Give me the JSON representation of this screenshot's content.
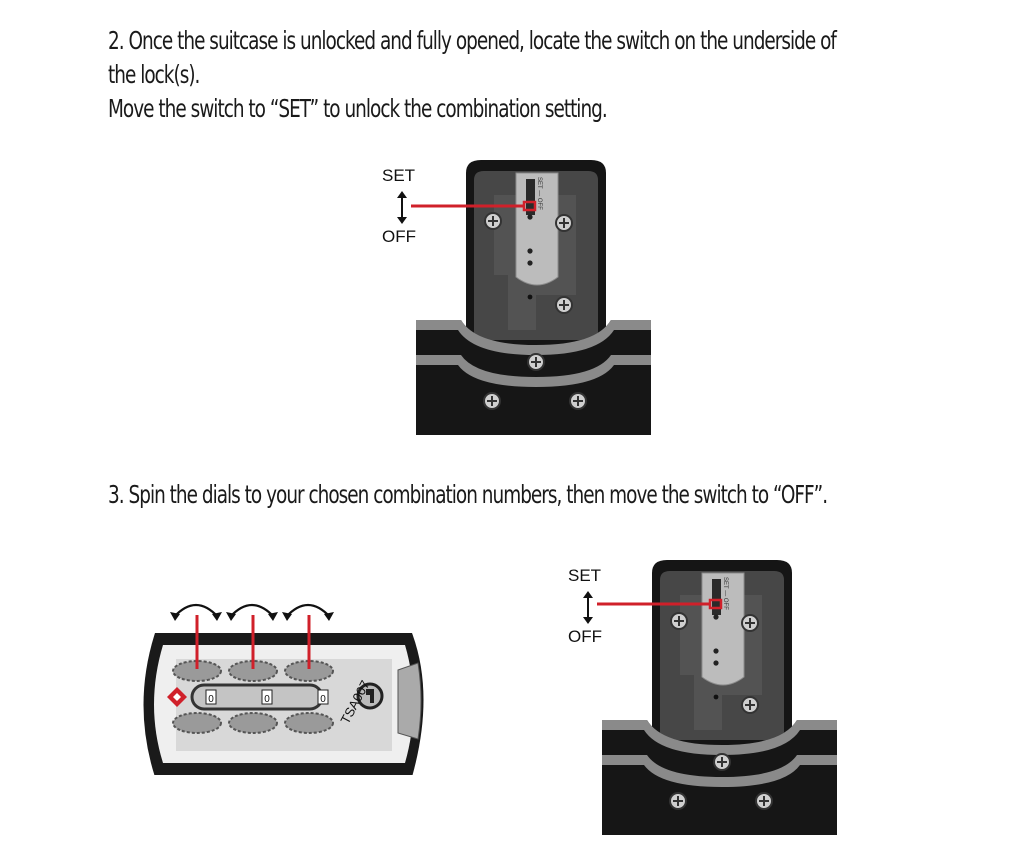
{
  "step2": {
    "line1": "2.  Once the suitcase is unlocked and fully opened, locate the switch on the underside of",
    "line2": "the lock(s).",
    "line3": "Move the switch to “SET” to unlock the combination setting."
  },
  "step3": {
    "line1": "3.  Spin the dials to your chosen combination numbers, then move the switch to “OFF”."
  },
  "figure1": {
    "label_set": "SET",
    "label_off": "OFF",
    "switch_text": "SET — OFF"
  },
  "figure2": {
    "model_text": "TSA007",
    "dial_digits": [
      "0",
      "0",
      "0"
    ],
    "tsa_color": "#d0202a"
  },
  "figure3": {
    "label_set": "SET",
    "label_off": "OFF",
    "switch_text": "SET — OFF"
  },
  "colors": {
    "indicator": "#d0202a",
    "lock_dark": "#141414",
    "lock_metal": "#b9b9b9"
  }
}
